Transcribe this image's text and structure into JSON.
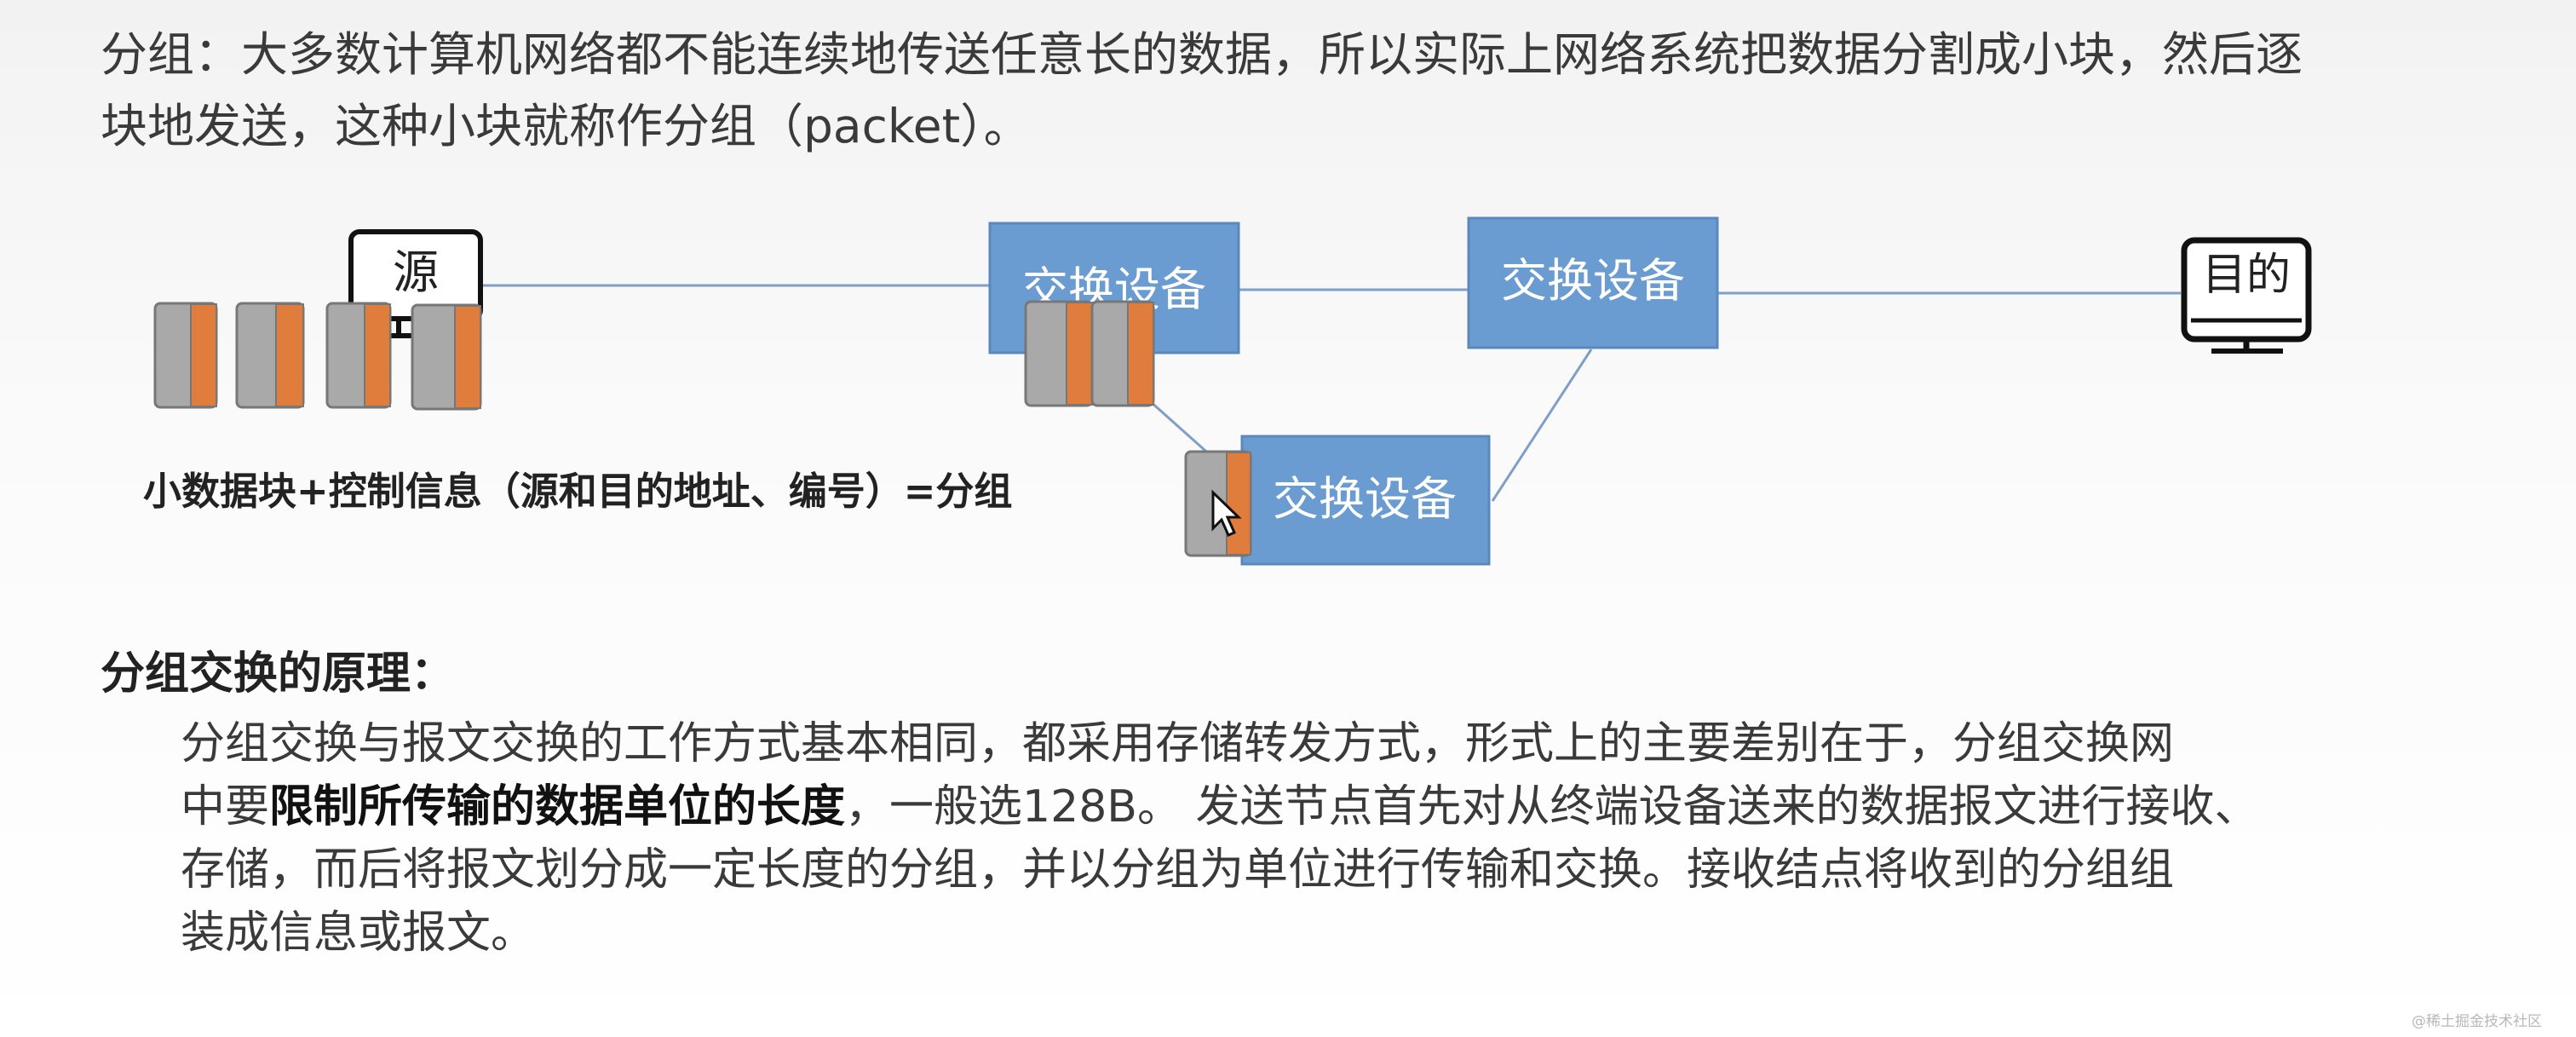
{
  "intro": {
    "line1": "分组：大多数计算机网络都不能连续地传送任意长的数据，所以实际上网络系统把数据分割成小块，然后逐",
    "line2": "块地发送，这种小块就称作分组（packet）。"
  },
  "diagram": {
    "source_label": "源",
    "switch_labels": [
      "交换设备",
      "交换设备",
      "交换设备"
    ],
    "dest_label": "目的",
    "caption": "小数据块+控制信息（源和目的地址、编号）=分组"
  },
  "section": {
    "title": "分组交换的原理：",
    "paragraph": {
      "line1": "分组交换与报文交换的工作方式基本相同，都采用存储转发方式，形式上的主要差别在于，分组交换网",
      "line2_prefix": "中要",
      "line2_bold": "限制所传输的数据单位的长度",
      "line2_suffix": "，一般选128B。 发送节点首先对从终端设备送来的数据报文进行接收、",
      "line3": "存储，而后将报文划分成一定长度的分组，并以分组为单位进行传输和交换。接收结点将收到的分组组",
      "line4": "装成信息或报文。"
    }
  },
  "watermark": "@稀土掘金技术社区",
  "colors": {
    "switch_fill": "#6a9bd1",
    "switch_border": "#5a88bd",
    "packet_gray": "#a9a9a9",
    "packet_orange": "#e07d3c",
    "link_line": "#7f9fc6"
  }
}
